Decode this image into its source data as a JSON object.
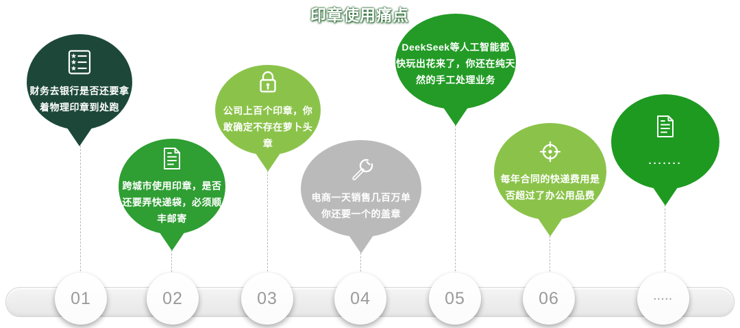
{
  "title": "印章使用痛点",
  "colors": {
    "title-text": "#ffffff",
    "title-glow": "#1a5e24",
    "step-number": "#9a9a9a",
    "bar-fill": "#ececec",
    "connector": "#a3b0a3"
  },
  "balloons": [
    {
      "step": "01",
      "color": "#1d4839",
      "icon": "checklist-icon",
      "lines": [
        "财务去银行是否还要拿",
        "着物理印章到处跑"
      ]
    },
    {
      "step": "02",
      "color": "#2f9e33",
      "icon": "document-icon",
      "lines": [
        "跨城市使用印章，是否",
        "还要弄快递袋，必须顺",
        "丰邮寄"
      ]
    },
    {
      "step": "03",
      "color": "#8bc34a",
      "icon": "lock-icon",
      "lines": [
        "公司上百个印章，你",
        "敢确定不存在萝卜头",
        "章"
      ]
    },
    {
      "step": "04",
      "color": "#bababa",
      "icon": "wrench-icon",
      "lines": [
        "电商一天销售几百万单",
        "你还要一个的盖章"
      ]
    },
    {
      "step": "05",
      "color": "#239b26",
      "icon": "",
      "lines": [
        "DeekSeek等人工智能都",
        "快玩出花来了，你还在纯天",
        "然的手工处理业务"
      ]
    },
    {
      "step": "06",
      "color": "#8bc34a",
      "icon": "target-icon",
      "lines": [
        "每年合同的快递费用是",
        "否超过了办公用品费"
      ]
    },
    {
      "step": "more",
      "color": "#1e9a21",
      "icon": "document-icon",
      "lines": [
        "·······"
      ]
    }
  ],
  "timeline": {
    "steps": [
      "01",
      "02",
      "03",
      "04",
      "05",
      "06",
      "·····"
    ]
  }
}
